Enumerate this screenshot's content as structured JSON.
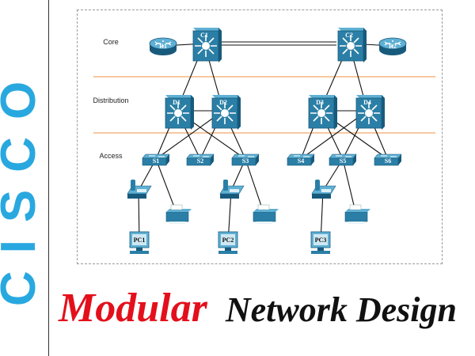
{
  "brand": {
    "text": "CISCO",
    "color": "#29a8e0"
  },
  "title": {
    "part1": "Modular",
    "part2": "Network Design",
    "part1_color": "#e3101b",
    "part2_color": "#111111"
  },
  "layers": [
    {
      "id": "core",
      "label": "Core"
    },
    {
      "id": "distribution",
      "label": "Distribution"
    },
    {
      "id": "access",
      "label": "Access"
    }
  ],
  "devices": [
    {
      "id": "R1",
      "type": "router",
      "label": "R1"
    },
    {
      "id": "C1",
      "type": "multilayer-switch",
      "label": "C1"
    },
    {
      "id": "C2",
      "type": "multilayer-switch",
      "label": "C2"
    },
    {
      "id": "R2",
      "type": "router",
      "label": "R2"
    },
    {
      "id": "D1",
      "type": "multilayer-switch",
      "label": "D1"
    },
    {
      "id": "D2",
      "type": "multilayer-switch",
      "label": "D2"
    },
    {
      "id": "D3",
      "type": "multilayer-switch",
      "label": "D3"
    },
    {
      "id": "D4",
      "type": "multilayer-switch",
      "label": "D4"
    },
    {
      "id": "S1",
      "type": "switch",
      "label": "S1"
    },
    {
      "id": "S2",
      "type": "switch",
      "label": "S2"
    },
    {
      "id": "S3",
      "type": "switch",
      "label": "S3"
    },
    {
      "id": "S4",
      "type": "switch",
      "label": "S4"
    },
    {
      "id": "S5",
      "type": "switch",
      "label": "S5"
    },
    {
      "id": "S6",
      "type": "switch",
      "label": "S6"
    },
    {
      "id": "PH1",
      "type": "ip-phone",
      "label": ""
    },
    {
      "id": "PH2",
      "type": "ip-phone",
      "label": ""
    },
    {
      "id": "PH3",
      "type": "ip-phone",
      "label": ""
    },
    {
      "id": "PR1",
      "type": "printer",
      "label": ""
    },
    {
      "id": "PR2",
      "type": "printer",
      "label": ""
    },
    {
      "id": "PR3",
      "type": "printer",
      "label": ""
    },
    {
      "id": "PC1",
      "type": "pc",
      "label": "PC1"
    },
    {
      "id": "PC2",
      "type": "pc",
      "label": "PC2"
    },
    {
      "id": "PC3",
      "type": "pc",
      "label": "PC3"
    }
  ],
  "links": [
    [
      "R1",
      "C1"
    ],
    [
      "C1",
      "C2",
      "double"
    ],
    [
      "C2",
      "R2"
    ],
    [
      "C1",
      "D1"
    ],
    [
      "C1",
      "D2"
    ],
    [
      "C2",
      "D3"
    ],
    [
      "C2",
      "D4"
    ],
    [
      "D1",
      "D2"
    ],
    [
      "D3",
      "D4"
    ],
    [
      "D1",
      "S1"
    ],
    [
      "D1",
      "S2"
    ],
    [
      "D1",
      "S3"
    ],
    [
      "D2",
      "S1"
    ],
    [
      "D2",
      "S2"
    ],
    [
      "D2",
      "S3"
    ],
    [
      "D3",
      "S4"
    ],
    [
      "D3",
      "S5"
    ],
    [
      "D3",
      "S6"
    ],
    [
      "D4",
      "S4"
    ],
    [
      "D4",
      "S5"
    ],
    [
      "D4",
      "S6"
    ],
    [
      "S1",
      "PH1"
    ],
    [
      "S1",
      "PR1"
    ],
    [
      "S3",
      "PH2"
    ],
    [
      "S3",
      "PR2"
    ],
    [
      "S5",
      "PH3"
    ],
    [
      "S5",
      "PR3"
    ],
    [
      "PH1",
      "PC1"
    ],
    [
      "PH2",
      "PC2"
    ],
    [
      "PH3",
      "PC3"
    ]
  ],
  "colors": {
    "device": "#2b7fa6",
    "device_dark": "#185a7c",
    "device_light": "#5fb0d4",
    "layer_divider": "#f0a868",
    "link": "#111111"
  }
}
